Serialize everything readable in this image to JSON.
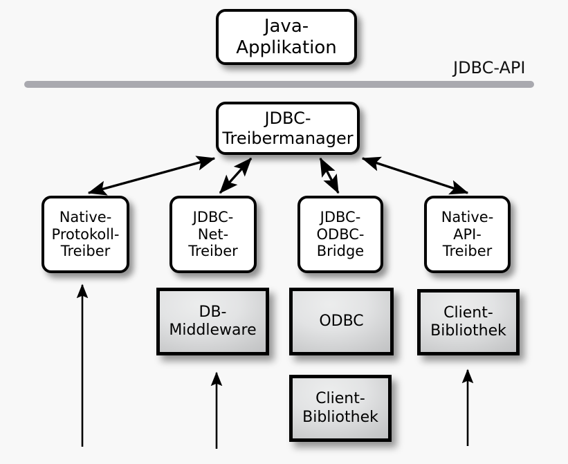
{
  "diagram": {
    "title_text": "JDBC-API",
    "background_color": "#f8f8f8",
    "bar_color": "#a9a9af",
    "box_border_color": "#000000",
    "white_box_fill": "#ffffff",
    "gray_box_fill": "#d4d5d6",
    "nodes": {
      "java_application": {
        "line1": "Java-",
        "line2": "Applikation"
      },
      "driver_manager": {
        "line1": "JDBC-",
        "line2": "Treibermanager"
      },
      "native_protocol_driver": {
        "line1": "Native-",
        "line2": "Protokoll-",
        "line3": "Treiber"
      },
      "jdbc_net_driver": {
        "line1": "JDBC-",
        "line2": "Net-",
        "line3": "Treiber"
      },
      "jdbc_odbc_bridge": {
        "line1": "JDBC-",
        "line2": "ODBC-",
        "line3": "Bridge"
      },
      "native_api_driver": {
        "line1": "Native-",
        "line2": "API-",
        "line3": "Treiber"
      },
      "db_middleware": {
        "line1": "DB-",
        "line2": "Middleware"
      },
      "odbc": {
        "line1": "ODBC"
      },
      "client_library_right": {
        "line1": "Client-",
        "line2": "Bibliothek"
      },
      "client_library_center": {
        "line1": "Client-",
        "line2": "Bibliothek"
      }
    },
    "connections": [
      {
        "name": "manager-to-native-protocol-driver",
        "style": "double-arrow"
      },
      {
        "name": "manager-to-jdbc-net-driver",
        "style": "double-arrow"
      },
      {
        "name": "manager-to-jdbc-odbc-bridge",
        "style": "double-arrow"
      },
      {
        "name": "manager-to-native-api-driver",
        "style": "double-arrow"
      },
      {
        "name": "into-native-protocol-driver",
        "style": "single-arrow-up"
      },
      {
        "name": "into-db-middleware",
        "style": "single-arrow-up"
      },
      {
        "name": "into-client-library-right",
        "style": "single-arrow-up"
      }
    ]
  }
}
